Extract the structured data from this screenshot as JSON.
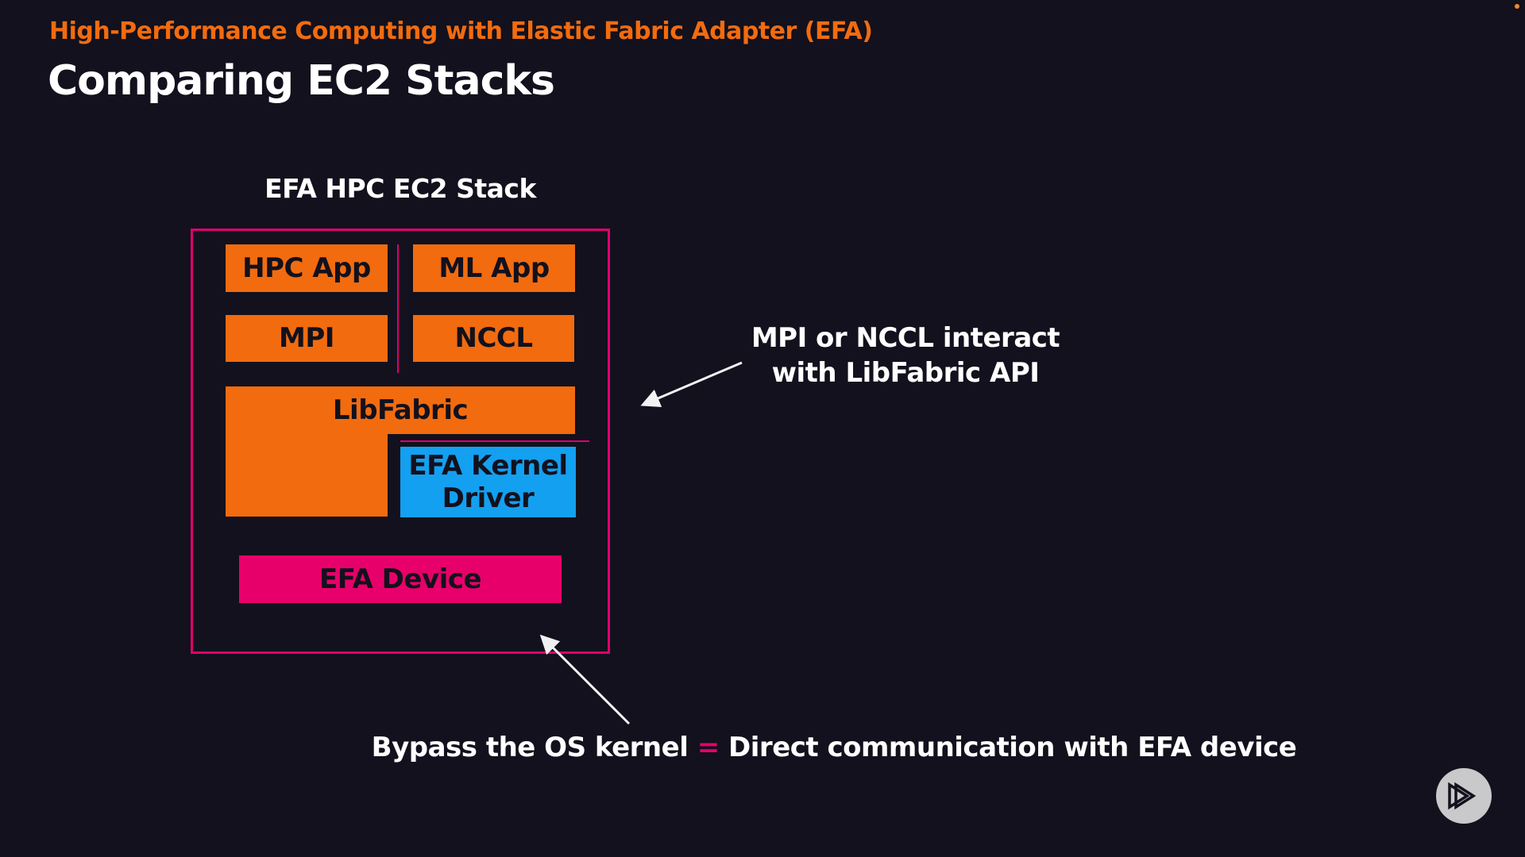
{
  "header": {
    "course_title": "High-Performance Computing with Elastic Fabric Adapter (EFA)",
    "slide_title": "Comparing EC2 Stacks"
  },
  "diagram": {
    "stack_title": "EFA HPC EC2 Stack",
    "blocks": {
      "hpc_app": "HPC App",
      "ml_app": "ML App",
      "mpi": "MPI",
      "nccl": "NCCL",
      "libfabric": "LibFabric",
      "kernel_driver_line1": "EFA Kernel",
      "kernel_driver_line2": "Driver",
      "efa_device": "EFA Device"
    },
    "colors": {
      "background": "#12111d",
      "orange": "#f26b0f",
      "blue": "#13a0f0",
      "pink": "#e8006a",
      "border": "#e0006e"
    }
  },
  "annotations": {
    "libfabric_note_line1": "MPI or NCCL interact",
    "libfabric_note_line2": "with LibFabric API",
    "bypass_left": "Bypass the OS kernel",
    "bypass_equals": "=",
    "bypass_right": "Direct communication with EFA device"
  },
  "branding": {
    "logo_icon": "pluralsight-play-icon"
  }
}
